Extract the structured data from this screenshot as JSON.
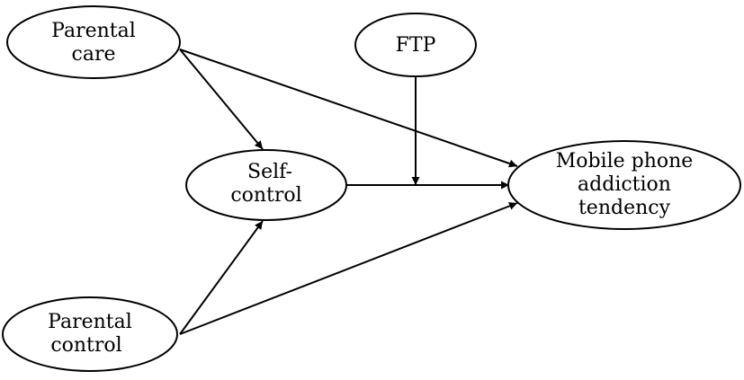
{
  "diagram": {
    "nodes": {
      "parental_care": {
        "lines": [
          "Parental",
          "care"
        ]
      },
      "ftp": {
        "lines": [
          "FTP"
        ]
      },
      "self_control": {
        "lines": [
          "Self-",
          "control"
        ]
      },
      "mobile_phone": {
        "lines": [
          "Mobile phone",
          "addiction",
          "tendency"
        ]
      },
      "parental_control": {
        "lines": [
          "Parental",
          "control"
        ]
      }
    },
    "edges": [
      {
        "from": "parental_care",
        "to": "self_control"
      },
      {
        "from": "parental_care",
        "to": "mobile_phone"
      },
      {
        "from": "self_control",
        "to": "mobile_phone"
      },
      {
        "from": "parental_control",
        "to": "self_control"
      },
      {
        "from": "parental_control",
        "to": "mobile_phone"
      },
      {
        "from": "ftp",
        "to": "self_control->mobile_phone",
        "type": "moderation"
      }
    ]
  }
}
